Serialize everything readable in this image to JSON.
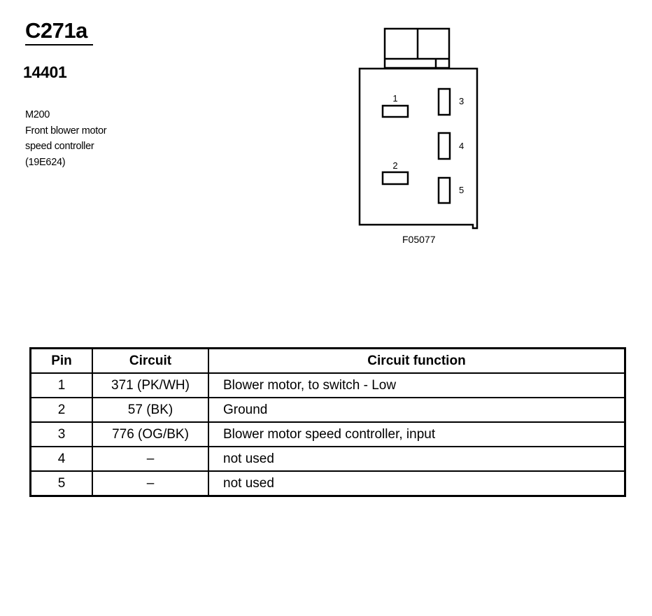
{
  "header": {
    "connector_id": "C271a",
    "part_number": "14401",
    "description": [
      "M200",
      "Front blower motor",
      "speed controller",
      "(19E624)"
    ]
  },
  "diagram": {
    "pin_labels": [
      "1",
      "2",
      "3",
      "4",
      "5"
    ],
    "figure_code": "F05077"
  },
  "table": {
    "headers": [
      "Pin",
      "Circuit",
      "Circuit function"
    ],
    "rows": [
      {
        "pin": "1",
        "circuit": "371 (PK/WH)",
        "function": "Blower motor, to switch - Low"
      },
      {
        "pin": "2",
        "circuit": "57 (BK)",
        "function": "Ground"
      },
      {
        "pin": "3",
        "circuit": "776 (OG/BK)",
        "function": "Blower motor speed controller, input"
      },
      {
        "pin": "4",
        "circuit": "–",
        "function": "not used"
      },
      {
        "pin": "5",
        "circuit": "–",
        "function": "not used"
      }
    ]
  }
}
